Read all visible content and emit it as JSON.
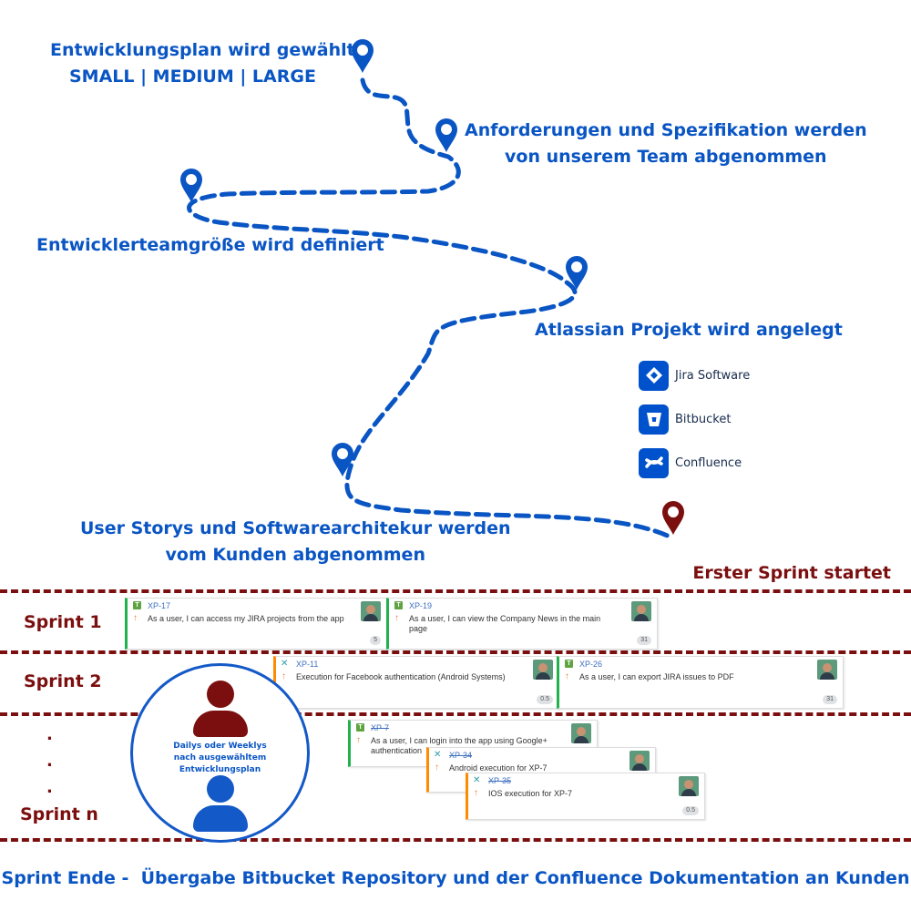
{
  "steps": [
    {
      "lines": [
        "Entwicklungsplan wird gewählt",
        "SMALL | MEDIUM | LARGE"
      ]
    },
    {
      "lines": [
        "Anforderungen und Spezifikation werden",
        "von unserem Team abgenommen"
      ]
    },
    {
      "lines": [
        "Entwicklerteamgröße wird definiert"
      ]
    },
    {
      "lines": [
        "Atlassian Projekt wird angelegt"
      ]
    },
    {
      "lines": [
        "User Storys und Softwarearchitekur werden",
        "vom Kunden abgenommen"
      ]
    }
  ],
  "tools": [
    {
      "name": "Jira Software",
      "icon": "jira-software-icon"
    },
    {
      "name": "Bitbucket",
      "icon": "bitbucket-icon"
    },
    {
      "name": "Confluence",
      "icon": "confluence-icon"
    }
  ],
  "colors": {
    "blue": "#0a55c4",
    "darkred": "#7b0f0f",
    "atlassian": "#0052cc"
  },
  "sprint_start_label": "Erster Sprint startet",
  "sprints": [
    {
      "label": "Sprint 1"
    },
    {
      "label": "Sprint 2"
    },
    {
      "label": "Sprint n",
      "dots": [
        ".",
        ".",
        "."
      ]
    }
  ],
  "meeting": {
    "line1": "Dailys oder Weeklys",
    "line2": "nach ausgewähltem Entwicklungsplan"
  },
  "cards": [
    {
      "key": "XP-17",
      "summary": "As a user, I can access my JIRA projects from the app",
      "points": "5",
      "type": "story",
      "done": false
    },
    {
      "key": "XP-19",
      "summary": "As a user, I can view the Company News in the main page",
      "points": "31",
      "type": "story",
      "done": false
    },
    {
      "key": "XP-11",
      "summary": "Execution for Facebook authentication (Android Systems)",
      "points": "0.5",
      "type": "dev",
      "done": false
    },
    {
      "key": "XP-26",
      "summary": "As a user, I can export JIRA issues to PDF",
      "points": "31",
      "type": "story",
      "done": false
    },
    {
      "key": "XP-7",
      "summary": "As a user, I can login into the app using Google+ authentication",
      "points": "",
      "type": "story",
      "done": true
    },
    {
      "key": "XP-34",
      "summary": "Android execution for XP-7",
      "points": "",
      "type": "dev",
      "done": true
    },
    {
      "key": "XP-35",
      "summary": "IOS execution for XP-7",
      "points": "0.5",
      "type": "dev",
      "done": true
    }
  ],
  "footer": "Sprint Ende -  Übergabe Bitbucket Repository und der Confluence Dokumentation an Kunden"
}
